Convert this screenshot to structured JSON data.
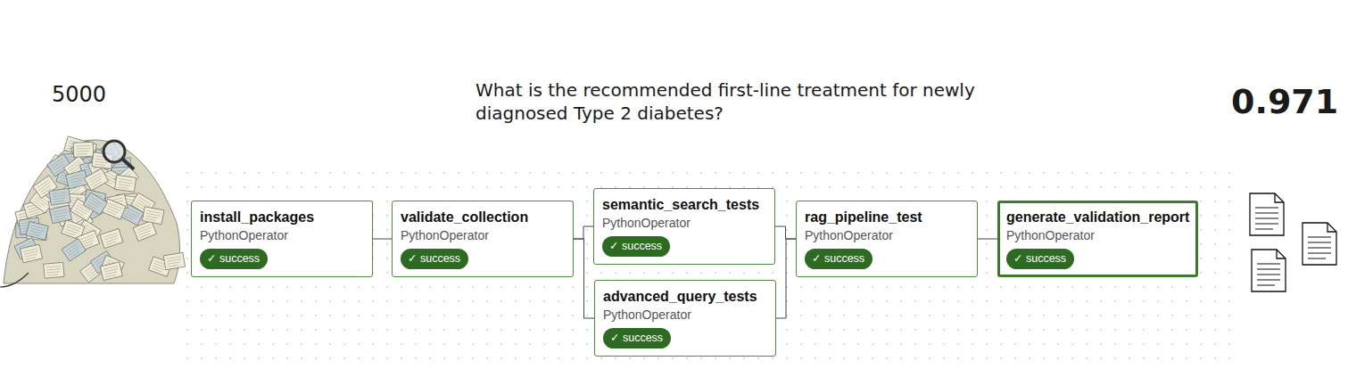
{
  "diagram": {
    "nodes": [
      {
        "text": [
          "install_packages",
          "PythonOperator",
          "✓ success"
        ]
      },
      {
        "text": [
          "validate_collection",
          "PythonOperator",
          "✓ success"
        ]
      },
      {
        "text": [
          "semantic_search_tests",
          "PythonOperator",
          "✓ success"
        ]
      },
      {
        "text": [
          "advanced_query_tests",
          "PythonOperator",
          "✓ success"
        ]
      },
      {
        "text": [
          "rag_pipeline_test",
          "PythonOperator",
          "✓ success"
        ]
      },
      {
        "text": [
          "generate_validation_report",
          "PythonOperator",
          "✓ success"
        ]
      }
    ],
    "edges": [
      {
        "from": 0,
        "to": 1,
        "arrow": "none"
      },
      {
        "from": 1,
        "to": 2,
        "arrow": "none"
      },
      {
        "from": 1,
        "to": 3,
        "arrow": "none"
      },
      {
        "from": 2,
        "to": 4,
        "arrow": "none"
      },
      {
        "from": 3,
        "to": 4,
        "arrow": "none"
      },
      {
        "from": 4,
        "to": 5,
        "arrow": "none"
      }
    ],
    "labels": [
      "5000",
      "What is the recommended first-line treatment for newly diagnosed Type 2 diabetes?",
      "0.971"
    ]
  }
}
